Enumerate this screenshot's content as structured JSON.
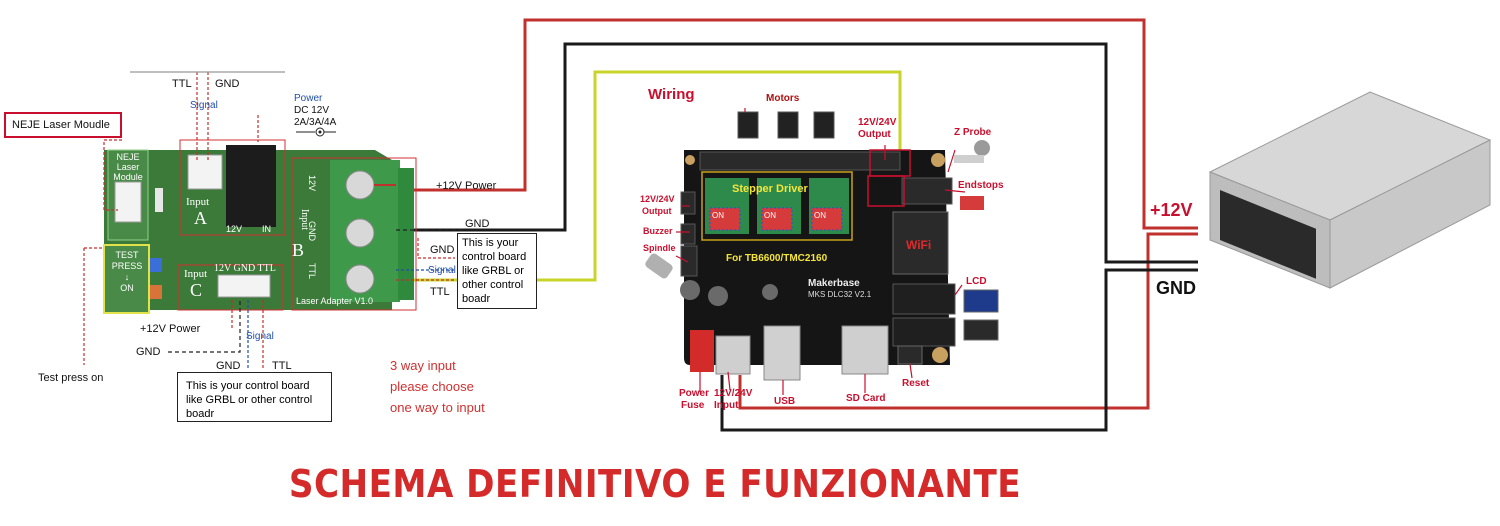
{
  "adapter": {
    "laser_module_label": "NEJE Laser Moudle",
    "ttl_top": "TTL",
    "gnd_top": "GND",
    "signal_top": "Signal",
    "power_title": "Power",
    "power_dc": "DC 12V",
    "power_amps": "2A/3A/4A",
    "module_silk": "NEJE\nLaser\nModule",
    "input_a": "Input",
    "input_a_letter": "A",
    "input_a_12v": "12V",
    "input_a_in": "IN",
    "input_b": "Input",
    "input_b_letter": "B",
    "input_b_12v": "12V",
    "input_b_gnd": "GND",
    "input_b_ttl": "TTL",
    "input_c": "Input",
    "input_c_letter": "C",
    "input_c_pins": "12V GND TTL",
    "test_silk": "TEST\nPRESS\n↓\nON",
    "adapter_silk": "Laser Adapter V1.0",
    "plus12v_power_right": "+12V Power",
    "gnd_right": "GND",
    "gnd_b": "GND",
    "signal_b": "Signal",
    "ttl_b": "TTL",
    "control_box_b": "This is your control board like GRBL or other control boadr",
    "plus12v_power_left": "+12V Power",
    "gnd_left": "GND",
    "test_press_on": "Test press on",
    "gnd_c": "GND",
    "ttl_c": "TTL",
    "signal_c": "Signal",
    "control_box_c": "This is your control board like GRBL or other control boadr",
    "three_way_1": "3 way input",
    "three_way_2": "please choose",
    "three_way_3": "one way to input"
  },
  "board": {
    "wiring": "Wiring",
    "motors": "Motors",
    "out_top_1": "12V/24V",
    "out_top_2": "Output",
    "z_probe": "Z Probe",
    "stepper_driver": "Stepper Driver",
    "endstops": "Endstops",
    "out_left_1": "12V/24V",
    "out_left_2": "Output",
    "buzzer": "Buzzer",
    "spindle": "Spindle",
    "wifi": "WiFi",
    "driver_type": "For TB6600/TMC2160",
    "lcd": "LCD",
    "brand": "Makerbase",
    "model": "MKS DLC32 V2.1",
    "power_fuse_1": "Power",
    "power_fuse_2": "Fuse",
    "input_1": "12V/24V",
    "input_2": "Input",
    "usb": "USB",
    "sd_card": "SD Card",
    "reset": "Reset",
    "dip_on": "ON"
  },
  "psu": {
    "plus12v": "+12V",
    "gnd": "GND"
  },
  "title": "SCHEMA DEFINITIVO E FUNZIONANTE",
  "colors": {
    "wire_red": "#c0302c",
    "wire_black": "#1a1a1a",
    "wire_yellow": "#c8d42a",
    "adapter_green": "#3c7a3a",
    "board_black": "#151515",
    "accent_red": "#c8102e"
  }
}
